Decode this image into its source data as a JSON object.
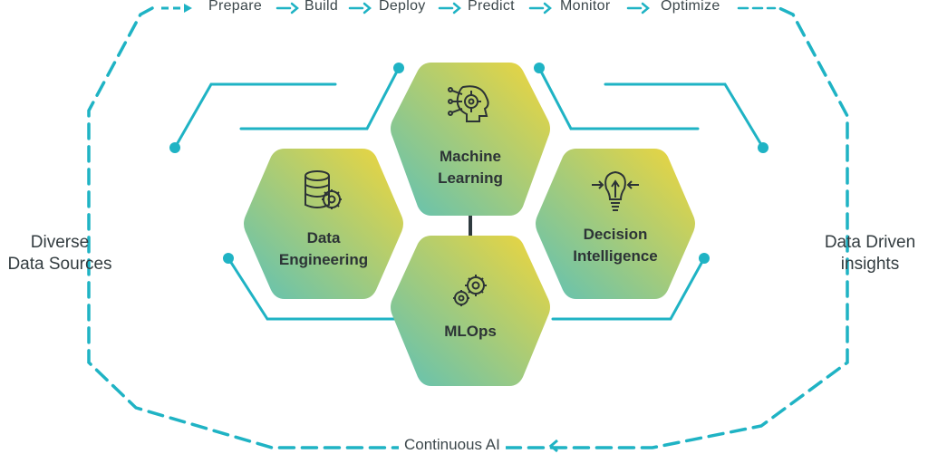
{
  "pipeline_steps": [
    "Prepare",
    "Build",
    "Deploy",
    "Predict",
    "Monitor",
    "Optimize"
  ],
  "left_label": [
    "Diverse",
    "Data Sources"
  ],
  "right_label": [
    "Data Driven",
    "insights"
  ],
  "bottom_label": "Continuous AI",
  "hexagons": [
    {
      "id": "machine-learning",
      "lines": [
        "Machine",
        "Learning"
      ],
      "icon": "brain-gear-icon"
    },
    {
      "id": "data-engineering",
      "lines": [
        "Data",
        "Engineering"
      ],
      "icon": "database-gear-icon"
    },
    {
      "id": "decision-intelligence",
      "lines": [
        "Decision",
        "Intelligence"
      ],
      "icon": "lightbulb-arrows-icon"
    },
    {
      "id": "mlops",
      "lines": [
        "MLOps"
      ],
      "icon": "gears-icon"
    }
  ],
  "colors": {
    "accent": "#1fb3c4",
    "hex_top": "#f1d63a",
    "hex_bottom": "#5ec1b6",
    "text": "#2f3b3f"
  }
}
